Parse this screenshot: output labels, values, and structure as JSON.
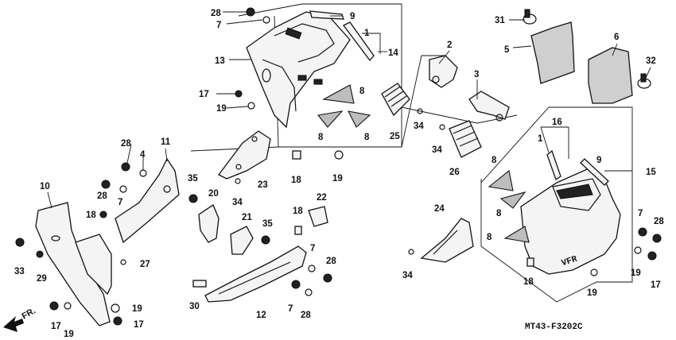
{
  "diagram": {
    "code": "MT43-F3202C",
    "direction_label": "FR.",
    "callouts": {
      "c28a": "28",
      "c7a": "7",
      "c9a": "9",
      "c1a": "1",
      "c14": "14",
      "c13": "13",
      "c31": "31",
      "c5": "5",
      "c6": "6",
      "c32": "32",
      "c2": "2",
      "c3": "3",
      "c17a": "17",
      "c19a": "19",
      "c8a": "8",
      "c8b": "8",
      "c8c": "8",
      "c25": "25",
      "c34a": "34",
      "c34b": "34",
      "c28b": "28",
      "c4": "4",
      "c11": "11",
      "c23": "23",
      "c18a": "18",
      "c19b": "19",
      "c26": "26",
      "c16": "16",
      "c1b": "1",
      "c9b": "9",
      "c15": "15",
      "c10": "10",
      "c28c": "28",
      "c7b": "7",
      "c18b": "18",
      "c35a": "35",
      "c20": "20",
      "c34c": "34",
      "c22": "22",
      "c21": "21",
      "c35b": "35",
      "c18c": "18",
      "c8d": "8",
      "c8e": "8",
      "c8f": "8",
      "c24": "24",
      "c7c": "7",
      "c28d": "28",
      "c33": "33",
      "c29": "29",
      "c27": "27",
      "c7d": "7",
      "c28e": "28",
      "c12": "12",
      "c30": "30",
      "c19c": "19",
      "c17b": "17",
      "c19d": "19",
      "c17c": "17",
      "c34d": "34",
      "c18d": "18",
      "c19e": "19",
      "c19f": "19",
      "c17d": "17"
    }
  }
}
